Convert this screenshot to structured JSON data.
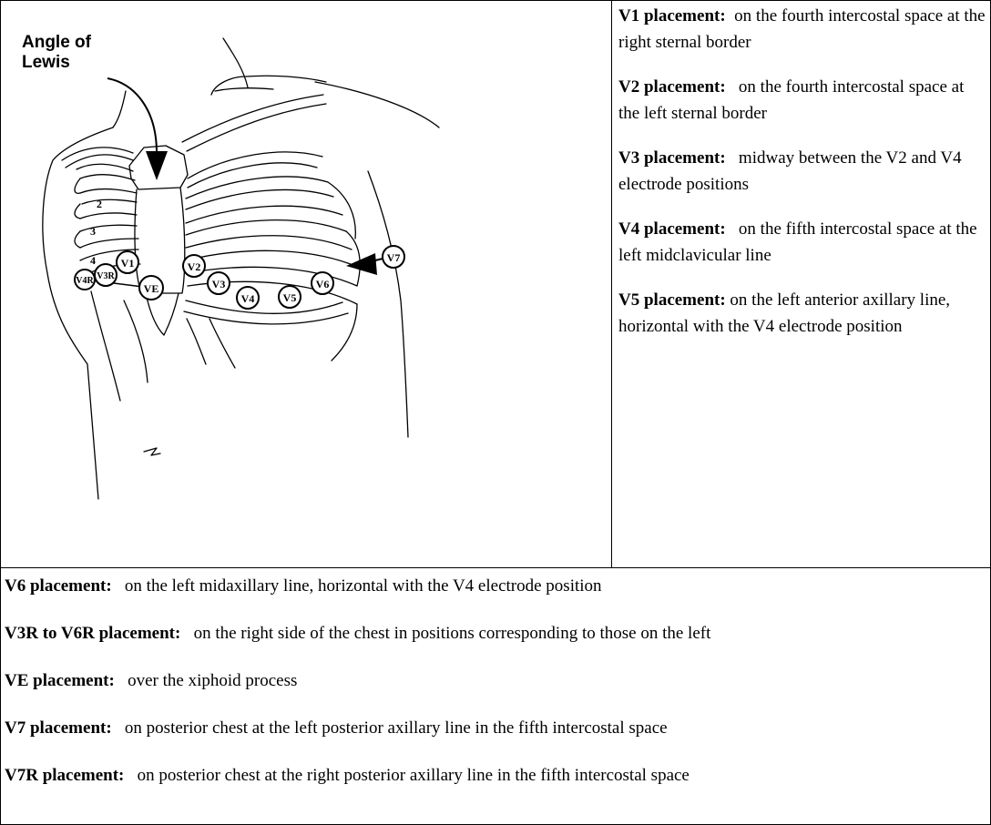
{
  "callout": {
    "line1": "Angle of",
    "line2": "Lewis"
  },
  "rib_numbers": [
    "2",
    "3",
    "4"
  ],
  "electrodes": {
    "v1": "V1",
    "v2": "V2",
    "v3": "V3",
    "v4": "V4",
    "v5": "V5",
    "v6": "V6",
    "v7": "V7",
    "ve": "VE",
    "v3r": "V3R",
    "v4r": "V4R"
  },
  "right_column": [
    {
      "label": "V1 placement:",
      "text": "on the fourth intercostal space at the right sternal border"
    },
    {
      "label": "V2 placement:",
      "text": "on the fourth intercostal space at the left sternal border"
    },
    {
      "label": "V3 placement:",
      "text": "midway between the V2 and V4 electrode positions"
    },
    {
      "label": "V4 placement:",
      "text": "on the fifth intercostal space at the left midclavicular line"
    },
    {
      "label": "V5 placement:",
      "text": "on the left anterior axillary line, horizontal with the V4 electrode position"
    }
  ],
  "bottom_rows": [
    {
      "label": "V6 placement:",
      "text": "on the left midaxillary line, horizontal with the V4 electrode position"
    },
    {
      "label": "V3R to V6R placement:",
      "text": "on the right side of the chest in positions corresponding to those on the left"
    },
    {
      "label": "VE placement:",
      "text": "over the xiphoid process"
    },
    {
      "label": "V7 placement:",
      "text": "on posterior chest at the left posterior axillary line in the fifth intercostal space"
    },
    {
      "label": "V7R placement:",
      "text": "on posterior chest at the right posterior axillary line in the fifth intercostal space"
    }
  ]
}
